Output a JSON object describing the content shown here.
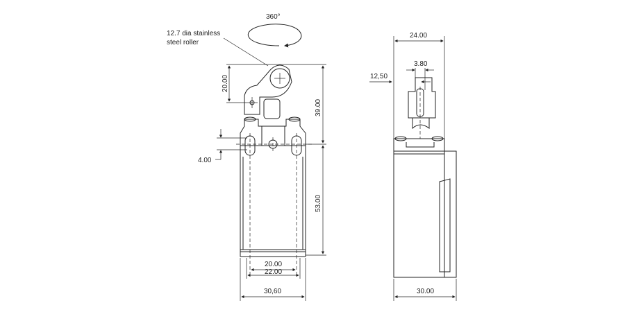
{
  "annotations": {
    "rotation": "360°",
    "roller_note_line1": "12.7 dia stainless",
    "roller_note_line2": "steel roller"
  },
  "front_view": {
    "lever_height": "20.00",
    "top_height": "39.00",
    "hole_offset": "4.00",
    "body_height": "53.00",
    "hole_spacing_inner": "20.00",
    "hole_spacing_outer": "22.00",
    "body_width": "30,60"
  },
  "side_view": {
    "top_width": "24.00",
    "plunger_width": "3.80",
    "offset": "12,50",
    "body_depth": "30.00"
  }
}
